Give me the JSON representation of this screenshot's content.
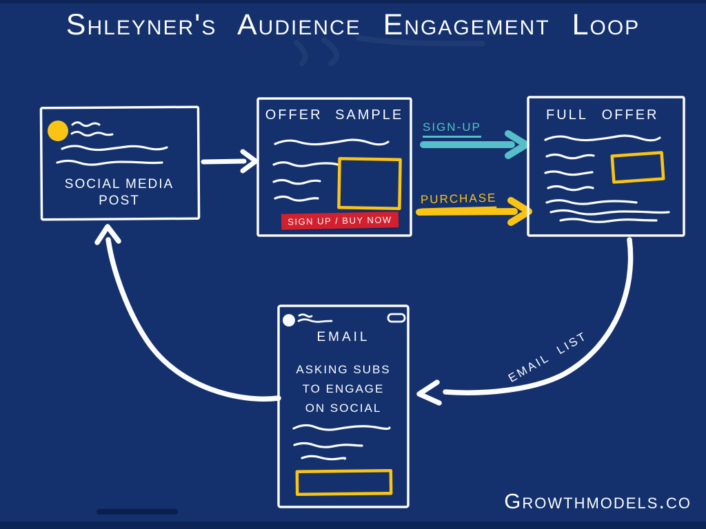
{
  "title": "Shleyner's Audience Engagement Loop",
  "watermark": "Growthmodels.co",
  "cards": {
    "social": {
      "label": "SOCIAL MEDIA\nPOST"
    },
    "offer": {
      "title": "OFFER SAMPLE",
      "cta": "SIGN UP / BUY NOW"
    },
    "full": {
      "title": "FULL OFFER"
    },
    "email": {
      "title": "EMAIL",
      "body": "ASKING SUBS\nTO ENGAGE\nON SOCIAL"
    }
  },
  "arrows": {
    "signup": {
      "label": "SIGN-UP",
      "color": "#57bfca"
    },
    "purchase": {
      "label": "PURCHASE",
      "color": "#f9c414"
    },
    "email_list": {
      "label": "EMAIL LIST",
      "color": "#fbfcfe"
    }
  },
  "colors": {
    "background": "#14316d",
    "ink": "#fbfcfe",
    "accent_yellow": "#f9c414",
    "accent_teal": "#57bfca",
    "accent_red": "#d2202e"
  }
}
